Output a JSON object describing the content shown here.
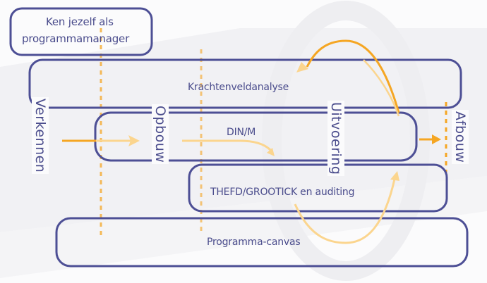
{
  "colors": {
    "box_stroke": "#4d4f95",
    "text": "#4a4c8c",
    "arrow_strong": "#f5a623",
    "arrow_light": "#fbd58e",
    "background": "#fbfbfc",
    "shadow": "#efeff2"
  },
  "boxes": {
    "self": {
      "line1": "Ken jezelf als",
      "line2": "programmamanager"
    },
    "krachtenveld": "Krachtenveldanalyse",
    "dinm": "DIN/M",
    "thefd": "THEFD/GROOTICK en auditing",
    "canvas": "Programma-canvas"
  },
  "phases": [
    "Verkennen",
    "Opbouw",
    "Uitvoering",
    "Afbouw"
  ]
}
